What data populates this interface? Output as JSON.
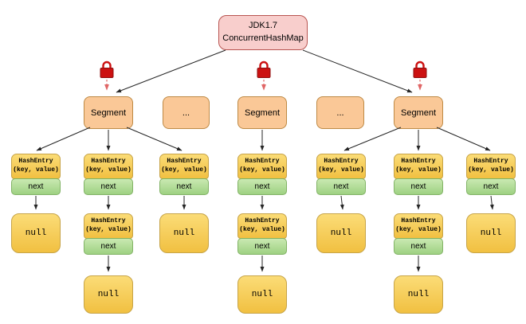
{
  "root": {
    "line1": "JDK1.7",
    "line2": "ConcurrentHashMap"
  },
  "segment_row": [
    {
      "label": "Segment"
    },
    {
      "label": "..."
    },
    {
      "label": "Segment"
    },
    {
      "label": "..."
    },
    {
      "label": "Segment"
    }
  ],
  "entry": {
    "title": "HashEntry",
    "subtitle": "(key, value)",
    "next": "next"
  },
  "labels": {
    "null": "null"
  },
  "icons": {
    "lock": "red-padlock-icon"
  },
  "colors": {
    "root_fill": "#F8CECC",
    "root_stroke": "#B85450",
    "segment_fill": "#FAC897",
    "segment_stroke": "#BE8A45",
    "entry_fill": "#F1C041",
    "entry_stroke": "#C7A448",
    "next_fill": "#9ED182",
    "next_stroke": "#82B366",
    "lock_red": "#CC1111",
    "connector_black": "#262626",
    "lock_connector_red": "#E06666"
  }
}
